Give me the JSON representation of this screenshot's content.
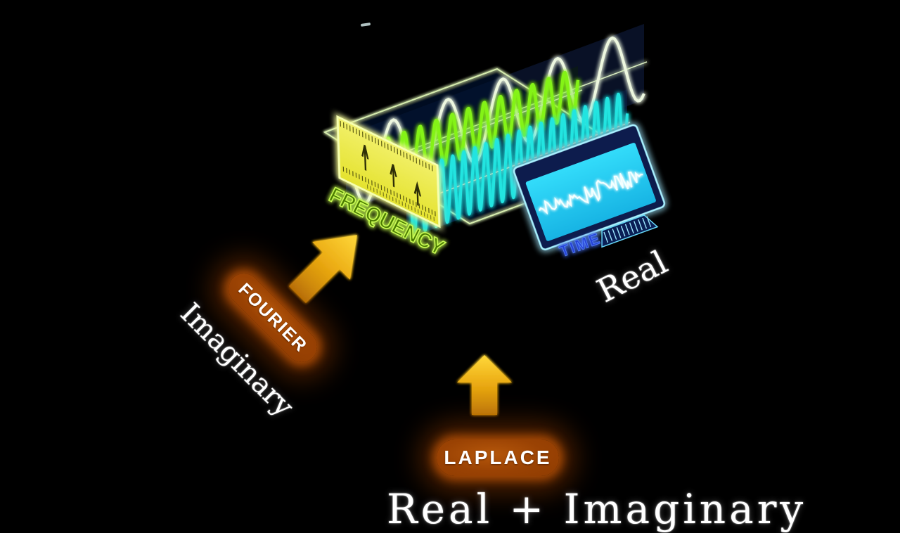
{
  "labels": {
    "frequency_axis": "FREQUENCY",
    "time_axis": "TIME",
    "fourier": "FOURIER",
    "laplace": "LAPLACE",
    "imaginary": "Imaginary",
    "real": "Real",
    "real_plus_imaginary": "Real + Imaginary"
  },
  "colors": {
    "background": "#000000",
    "wave_slow": "#edf7df",
    "wave_mid": "#84f318",
    "wave_fast": "#23e4e0",
    "plane_outline": "#d6ecae",
    "frequency_panel_fill": "#ede93f",
    "frequency_panel_border": "#f6ffb0",
    "frequency_text": "#c8ff55",
    "time_screen_fill": "#21c9ee",
    "time_bezel": "#081b4d",
    "time_text": "#2743d6",
    "gold_dash": "#f0a81c",
    "arrow_bright": "#ffd83a",
    "arrow_dark": "#c27c06",
    "pill_background": "#a04a05",
    "label_text": "#ffffff"
  },
  "waves": [
    {
      "name": "low-frequency-sine",
      "periods": 5.5,
      "color_key": "wave_slow"
    },
    {
      "name": "mid-frequency-sine",
      "periods": 12,
      "color_key": "wave_mid"
    },
    {
      "name": "high-frequency-sine",
      "periods": 20,
      "color_key": "wave_fast"
    }
  ]
}
